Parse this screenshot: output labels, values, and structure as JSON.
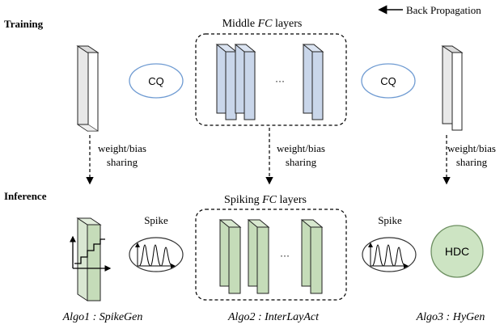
{
  "back_propagation_label": "Back Propagation",
  "training": {
    "label": "Training",
    "middle_group_prefix": "Middle ",
    "middle_group_italic": "FC",
    "middle_group_suffix": " layers",
    "cq_left": "CQ",
    "cq_right": "CQ",
    "ellipsis": "···"
  },
  "sharing": {
    "left_line1": "weight/bias",
    "left_line2": "sharing",
    "mid_line1": "weight/bias",
    "mid_line2": "sharing",
    "right_line1": "weight/bias",
    "right_line2": "sharing"
  },
  "inference": {
    "label": "Inference",
    "spiking_group_prefix": "Spiking ",
    "spiking_group_italic": "FC",
    "spiking_group_suffix": " layers",
    "spike_left": "Spike",
    "spike_right": "Spike",
    "hdc": "HDC",
    "ellipsis": "···"
  },
  "captions": {
    "algo1": "Algo1 : SpikeGen",
    "algo2": "Algo2 : InterLayAct",
    "algo3": "Algo3 : HyGen"
  },
  "colors": {
    "training_layer": "#c9d6ea",
    "training_layer_stroke": "#6f86a9",
    "inference_layer": "#c5dcb9",
    "inference_layer_stroke": "#6d8f61",
    "ellipse_stroke": "#6f9bd2",
    "hdc_fill": "#cde4c3",
    "hdc_stroke": "#6d8f61"
  }
}
